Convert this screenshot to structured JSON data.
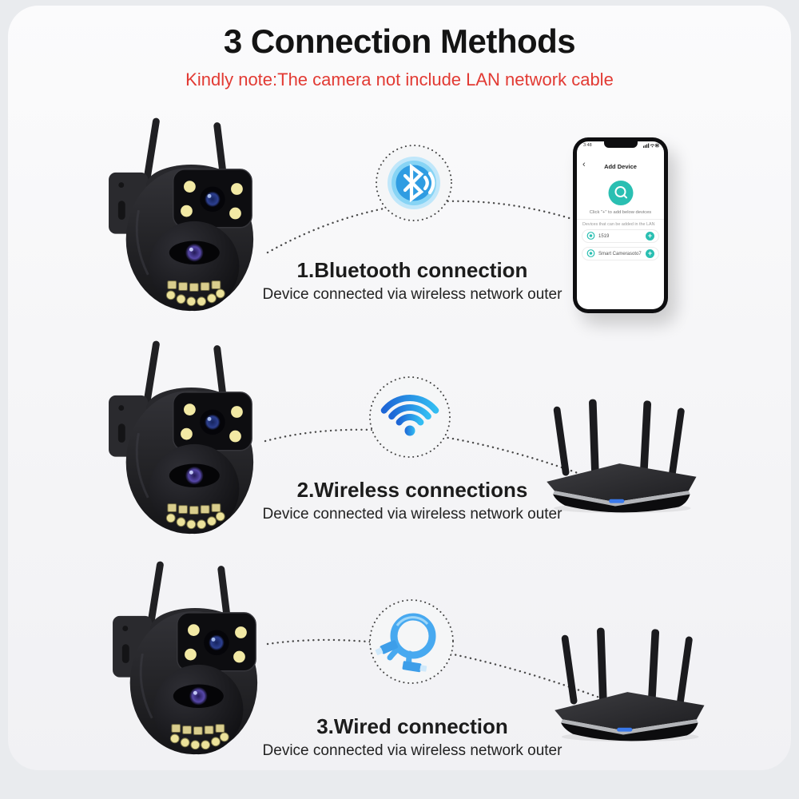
{
  "header": {
    "title": "3 Connection Methods",
    "note": "Kindly note:The camera not include LAN network cable"
  },
  "sections": [
    {
      "title": "1.Bluetooth connection",
      "subtitle": "Device connected via wireless network outer",
      "icon": "bluetooth-signal-icon",
      "left_device": "ptz-dual-lens-camera",
      "right_device": "smartphone-app"
    },
    {
      "title": "2.Wireless connections",
      "subtitle": "Device connected via wireless network outer",
      "icon": "wifi-icon",
      "left_device": "ptz-dual-lens-camera",
      "right_device": "wifi-router"
    },
    {
      "title": "3.Wired connection",
      "subtitle": "Device connected via wireless network outer",
      "icon": "lan-cable-icon",
      "left_device": "ptz-dual-lens-camera",
      "right_device": "wifi-router"
    }
  ],
  "phone": {
    "status_time": "3:48",
    "back_icon": "‹",
    "nav_title": "Add Device",
    "search_icon": "magnifier-icon",
    "hint": "Click \"+\" to add below devices",
    "list_header": "Devices that can be added in the LAN",
    "devices": [
      {
        "name": "1519"
      },
      {
        "name": "Smart Camerasoto7"
      }
    ],
    "add_label": "+"
  },
  "colors": {
    "note_red": "#e23a33",
    "bluetooth_core_blue": "#2f9ce2",
    "bluetooth_halo_blue": "#b9e4f9",
    "wifi_gradient_start": "#1d66d6",
    "wifi_gradient_end": "#33bdf2",
    "app_teal": "#2abfb2",
    "cable_blue": "#47a9f0",
    "dotted_line_gray": "#4a4a4a"
  }
}
